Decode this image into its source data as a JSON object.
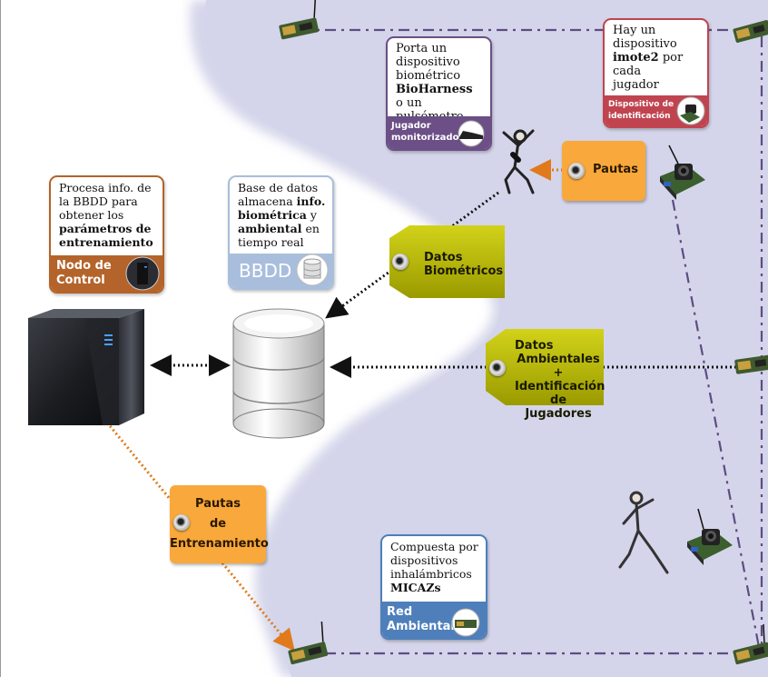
{
  "cards": {
    "jugador": {
      "text_1": "Porta un",
      "text_2": "dispositivo",
      "text_3": "biométrico",
      "text_bold": "BioHarness",
      "text_4": "o un pulsómetro",
      "label_1": "Jugador",
      "label_2": "monitorizado"
    },
    "imote": {
      "text_1": "Hay un",
      "text_2": "dispositivo",
      "text_bold": "imote2",
      "text_3": "por cada",
      "text_4": "jugador",
      "label_1": "Dispositivo de",
      "label_2": "identificación"
    },
    "control": {
      "text_1": "Procesa info. de",
      "text_2": "la BBDD para",
      "text_3": "obtener los",
      "text_bold_1": "parámetros de",
      "text_bold_2": "entrenamiento",
      "label_1": "Nodo de",
      "label_2": "Control"
    },
    "bbdd": {
      "text_1": "Base de datos",
      "text_2": "almacena",
      "text_bold_1": "info.",
      "text_bold_2": "biométrica",
      "text_3": "y",
      "text_bold_3": "ambiental",
      "text_4": "en",
      "text_5": "tiempo real",
      "label": "BBDD"
    },
    "red": {
      "text_1": "Compuesta por",
      "text_2": "dispositivos",
      "text_3": "inhalámbricos",
      "text_bold": "MICAZs",
      "label_1": "Red",
      "label_2": "Ambiental"
    }
  },
  "tags": {
    "biometricos": {
      "line_1": "Datos",
      "line_2": "Biométricos"
    },
    "ambientales": {
      "line_1": "Datos",
      "line_2": "Ambientales +",
      "line_3": "Identificación",
      "line_4": "de Jugadores"
    }
  },
  "boxes": {
    "pautas": "Pautas",
    "entrenamiento": {
      "line_1": "Pautas",
      "line_2": "de",
      "line_3": "Entrenamiento"
    }
  },
  "colors": {
    "field": "#d4d5ea",
    "field_border": "#6b5890",
    "card_jugador": "#6b4f86",
    "card_imote": "#c0444f",
    "card_control": "#b4632a",
    "card_bbdd": "#a8bedc",
    "card_red": "#4e7fbb",
    "tag_olive": "#bdbd00",
    "pautas_orange": "#f9a83b",
    "arrow_orange": "#e07a1c",
    "arrow_black": "#111111"
  },
  "icons": [
    "server-icon",
    "database-icon",
    "sensor-mote-icon",
    "camera-mote-icon",
    "athlete-figure-icon",
    "eye-button-icon",
    "shoe-icon"
  ]
}
